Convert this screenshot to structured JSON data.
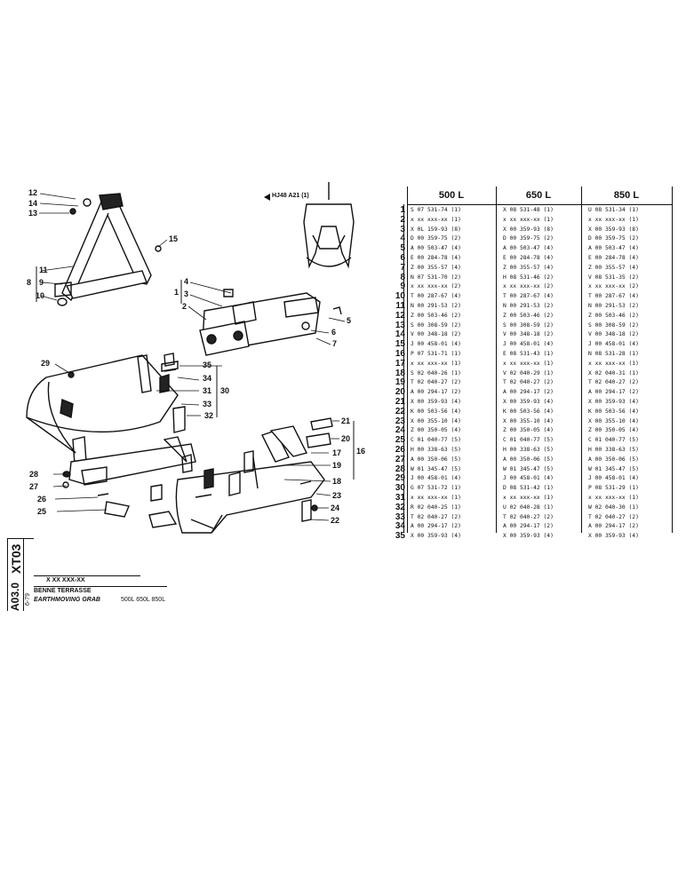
{
  "header": {
    "ref_label": "HJ48 A21 (1)",
    "columns": [
      "500 L",
      "650 L",
      "850 L"
    ]
  },
  "parts": [
    {
      "no": "1",
      "c500": "S 07 531-74 (1)",
      "c650": "X 08 531-48 (1)",
      "c850": "U 08 531-34 (1)"
    },
    {
      "no": "2",
      "c500": "x xx xxx-xx (1)",
      "c650": "x xx xxx-xx (1)",
      "c850": "x xx xxx-xx (1)"
    },
    {
      "no": "3",
      "c500": "X 0L 159-93 (8)",
      "c650": "X 00 359-93 (8)",
      "c850": "X 00 359-93 (8)"
    },
    {
      "no": "4",
      "c500": "D 00 359-75 (2)",
      "c650": "D 00 359-75 (2)",
      "c850": "D 00 359-75 (2)"
    },
    {
      "no": "5",
      "c500": "A 00 503-47 (4)",
      "c650": "A 00 503-47 (4)",
      "c850": "A 00 503-47 (4)"
    },
    {
      "no": "6",
      "c500": "E 00 284-78 (4)",
      "c650": "E 00 284-78 (4)",
      "c850": "E 00 284-78 (4)"
    },
    {
      "no": "7",
      "c500": "Z 00 355-57 (4)",
      "c650": "Z 00 355-57 (4)",
      "c850": "Z 00 355-57 (4)"
    },
    {
      "no": "8",
      "c500": "N 07 531-70 (2)",
      "c650": "H 08 531-46 (2)",
      "c850": "V 08 531-35 (2)"
    },
    {
      "no": "9",
      "c500": "x xx xxx-xx (2)",
      "c650": "x xx xxx-xx (2)",
      "c850": "x xx xxx-xx (2)"
    },
    {
      "no": "10",
      "c500": "T 00 287-67 (4)",
      "c650": "T 00 287-67 (4)",
      "c850": "T 00 287-67 (4)"
    },
    {
      "no": "11",
      "c500": "N 00 291-53 (2)",
      "c650": "N 00 291-53 (2)",
      "c850": "N 00 291-53 (2)"
    },
    {
      "no": "12",
      "c500": "Z 00 503-46 (2)",
      "c650": "Z 00 503-46 (2)",
      "c850": "Z 00 503-46 (2)"
    },
    {
      "no": "13",
      "c500": "S 00 308-59 (2)",
      "c650": "S 00 308-59 (2)",
      "c850": "S 00 308-59 (2)"
    },
    {
      "no": "14",
      "c500": "V 00 348-18 (2)",
      "c650": "V 00 348-18 (2)",
      "c850": "V 00 348-18 (2)"
    },
    {
      "no": "15",
      "c500": "J 00 458-01 (4)",
      "c650": "J 00 458-01 (4)",
      "c850": "J 00 458-01 (4)"
    },
    {
      "no": "16",
      "c500": "P 07 531-71 (1)",
      "c650": "E 08 531-43 (1)",
      "c850": "N 08 531-28 (1)"
    },
    {
      "no": "17",
      "c500": "x xx xxx-xx (1)",
      "c650": "x xx xxx-xx (1)",
      "c850": "x xx xxx-xx (1)"
    },
    {
      "no": "18",
      "c500": "S 02 040-26 (1)",
      "c650": "V 02 040-29 (1)",
      "c850": "X 02 040-31 (1)"
    },
    {
      "no": "19",
      "c500": "T 02 040-27 (2)",
      "c650": "T 02 040-27 (2)",
      "c850": "T 02 040-27 (2)"
    },
    {
      "no": "20",
      "c500": "A 00 294-17 (2)",
      "c650": "A 00 294-17 (2)",
      "c850": "A 00 294-17 (2)"
    },
    {
      "no": "21",
      "c500": "X 00 359-93 (4)",
      "c650": "X 00 359-93 (4)",
      "c850": "X 00 359-93 (4)"
    },
    {
      "no": "22",
      "c500": "K 00 503-56 (4)",
      "c650": "K 00 503-56 (4)",
      "c850": "K 00 503-56 (4)"
    },
    {
      "no": "23",
      "c500": "X 00 355-10 (4)",
      "c650": "X 00 355-10 (4)",
      "c850": "X 00 355-10 (4)"
    },
    {
      "no": "24",
      "c500": "Z 00 350-05 (4)",
      "c650": "Z 00 350-05 (4)",
      "c850": "Z 00 350-05 (4)"
    },
    {
      "no": "25",
      "c500": "C 01 040-77 (5)",
      "c650": "C 01 040-77 (5)",
      "c850": "C 01 040-77 (5)"
    },
    {
      "no": "26",
      "c500": "H 00 338-63 (5)",
      "c650": "H 00 338-63 (5)",
      "c850": "H 00 338-63 (5)"
    },
    {
      "no": "27",
      "c500": "A 00 350-06 (5)",
      "c650": "A 00 350-06 (5)",
      "c850": "A 00 350-06 (5)"
    },
    {
      "no": "28",
      "c500": "W 01 345-47 (5)",
      "c650": "W 01 345-47 (5)",
      "c850": "W 01 345-47 (5)"
    },
    {
      "no": "29",
      "c500": "J 00 458-01 (4)",
      "c650": "J 00 458-01 (4)",
      "c850": "J 00 458-01 (4)"
    },
    {
      "no": "30",
      "c500": "G 07 531-72 (1)",
      "c650": "D 08 531-42 (1)",
      "c850": "P 08 531-29 (1)"
    },
    {
      "no": "31",
      "c500": "x xx xxx-xx (1)",
      "c650": "x xx xxx-xx (1)",
      "c850": "x xx xxx-xx (1)"
    },
    {
      "no": "32",
      "c500": "R 02 040-25 (1)",
      "c650": "U 02 040-28 (1)",
      "c850": "W 02 040-30 (1)"
    },
    {
      "no": "33",
      "c500": "T 02 040-27 (2)",
      "c650": "T 02 040-27 (2)",
      "c850": "T 02 040-27 (2)"
    },
    {
      "no": "34",
      "c500": "A 00 294-17 (2)",
      "c650": "A 00 294-17 (2)",
      "c850": "A 00 294-17 (2)"
    },
    {
      "no": "35",
      "c500": "X 00 359-93 (4)",
      "c650": "X 00 359-93 (4)",
      "c850": "X 00 359-93 (4)"
    }
  ],
  "callouts": [
    "12",
    "14",
    "13",
    "15",
    "11",
    "9",
    "8",
    "10",
    "4",
    "3",
    "1",
    "2",
    "5",
    "6",
    "7",
    "29",
    "35",
    "34",
    "31",
    "30",
    "33",
    "32",
    "21",
    "20",
    "17",
    "19",
    "16",
    "18",
    "28",
    "27",
    "26",
    "25",
    "23",
    "24",
    "22"
  ],
  "title_block": {
    "code_main": "XT03",
    "code_sub": "A03.0",
    "date": "6-79",
    "number_line": "X XX XXX-XX",
    "title_fr": "BENNE TERRASSE",
    "title_en": "EARTHMOVING GRAB",
    "variants": "500L  650L  850L"
  }
}
